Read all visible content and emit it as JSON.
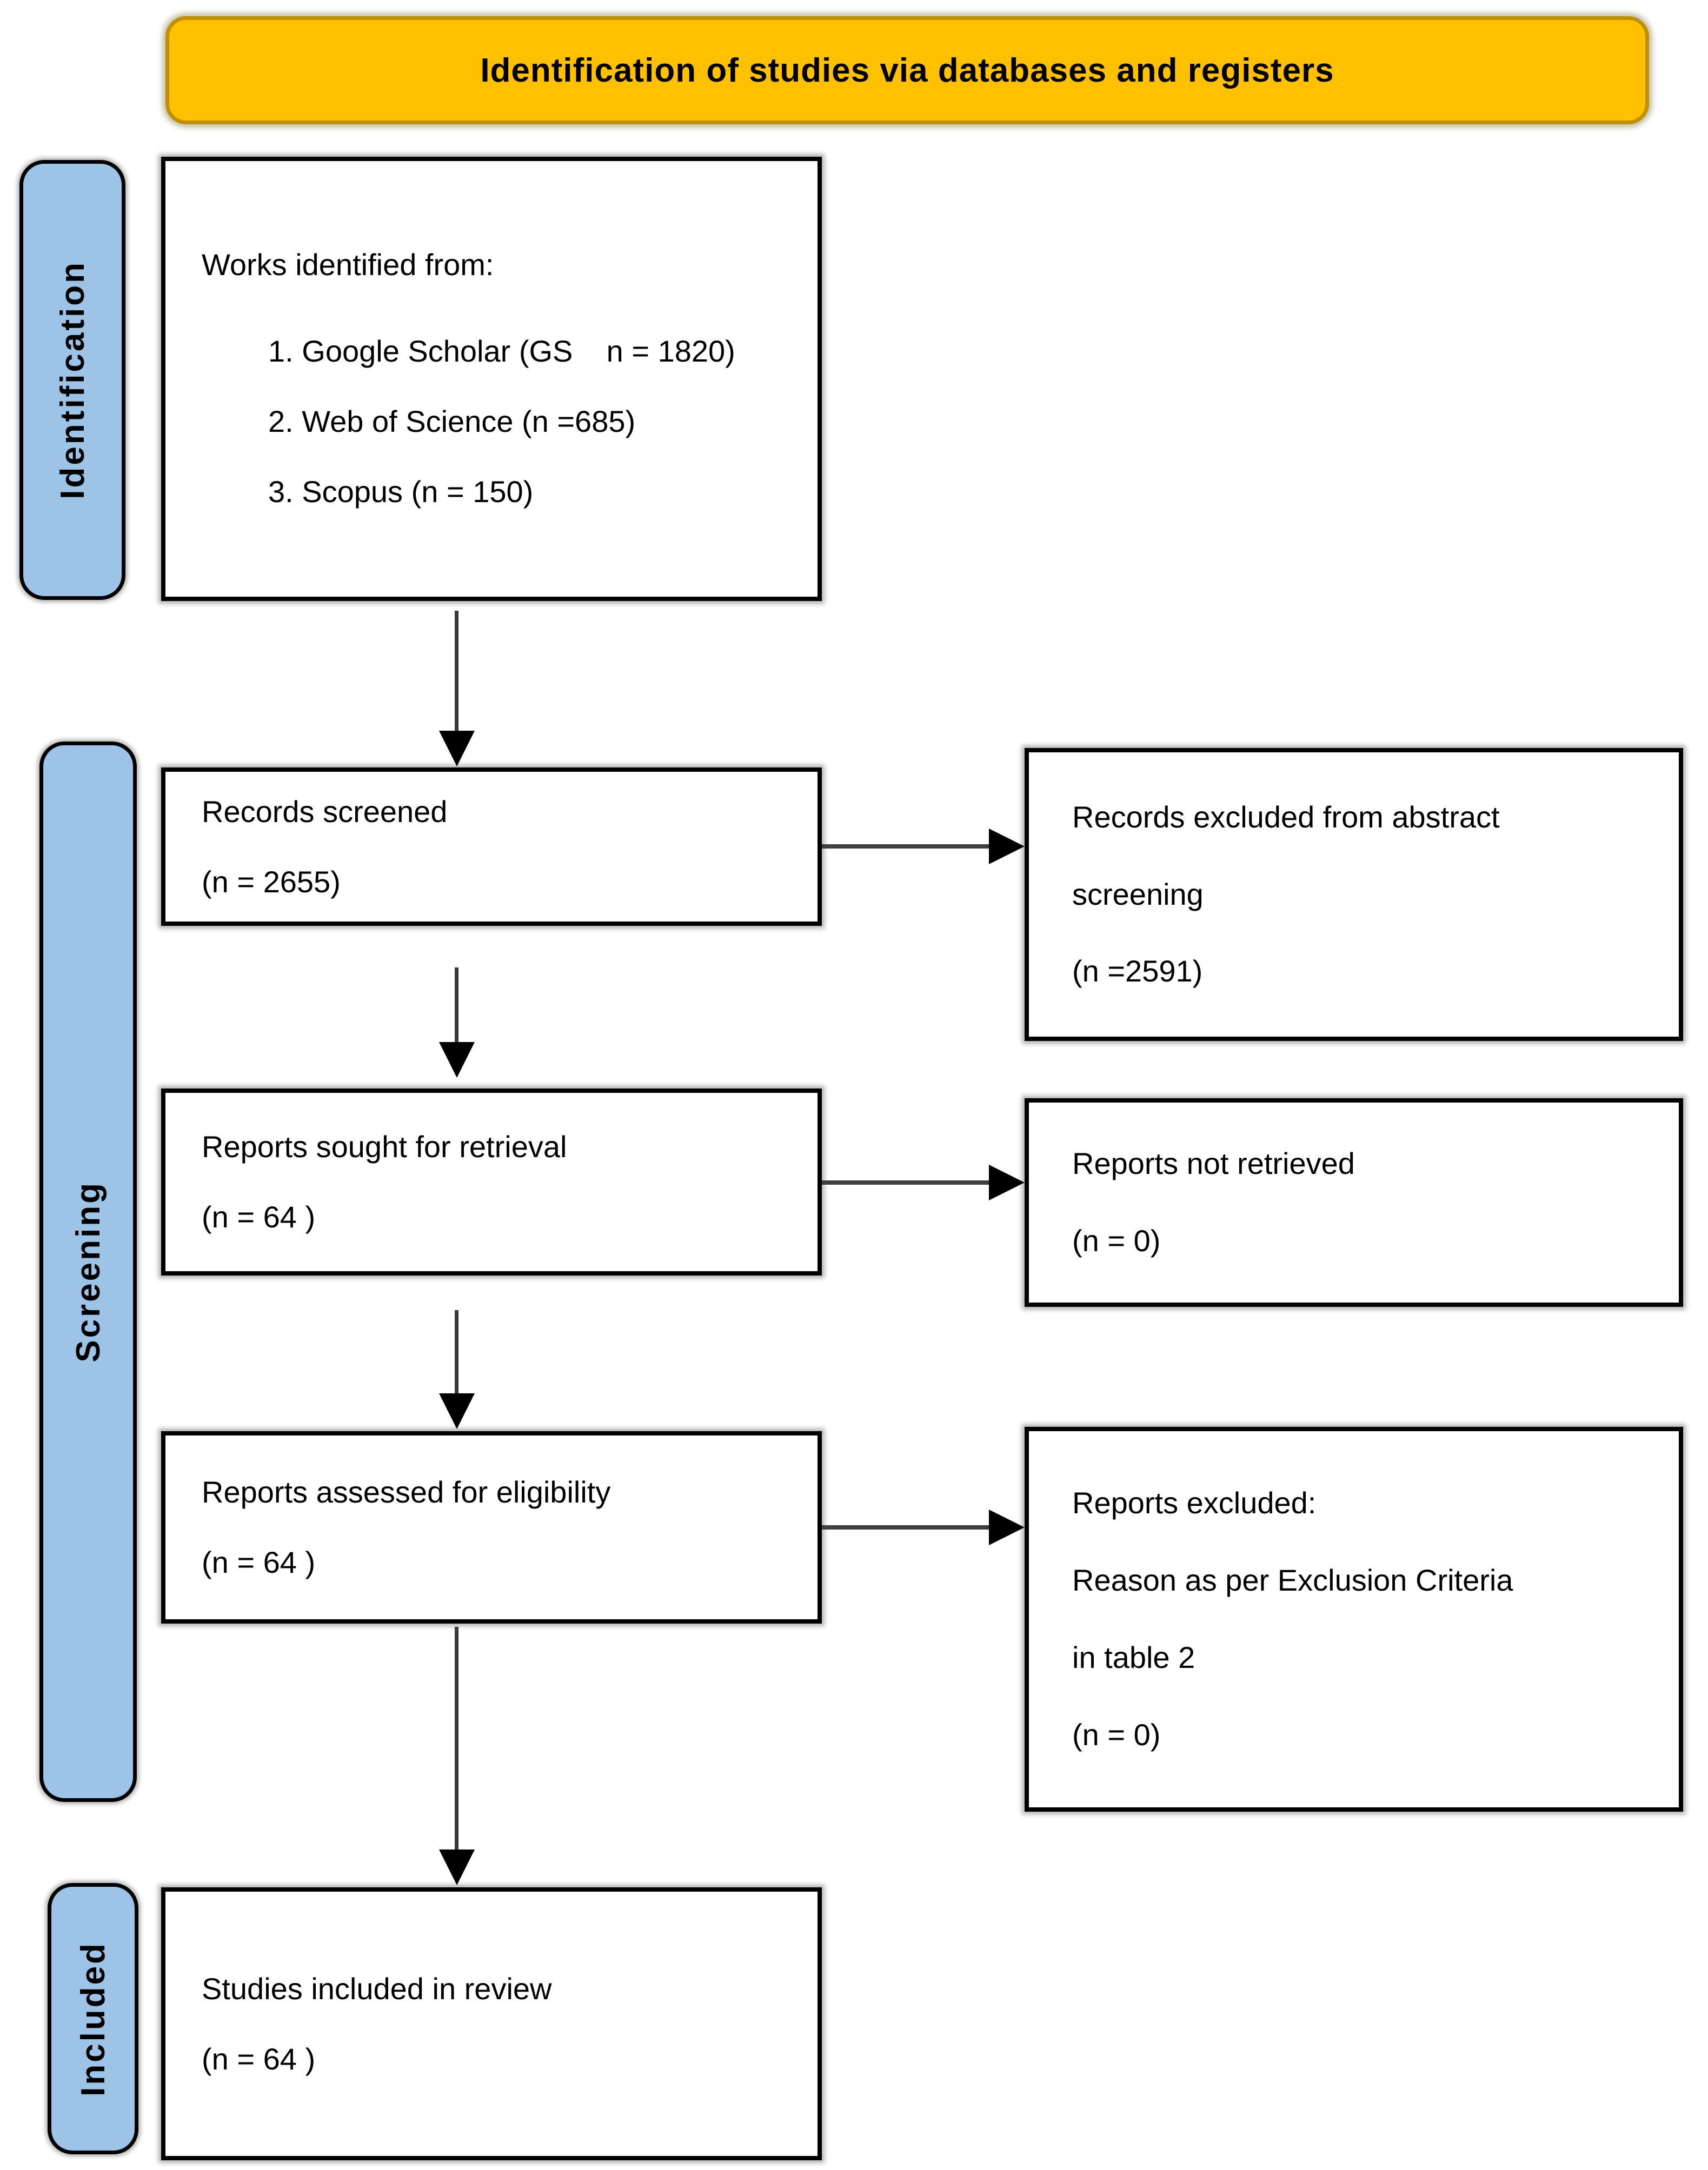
{
  "header": {
    "title": "Identification of studies via databases and registers"
  },
  "colors": {
    "banner_fill": "#FFC000",
    "banner_border": "#BF9000",
    "stage_fill": "#9DC3E6",
    "stage_border": "#000000",
    "box_border": "#000000",
    "box_fill": "#FFFFFF",
    "arrow": "#000000"
  },
  "stages": [
    {
      "label": "Identification"
    },
    {
      "label": "Screening"
    },
    {
      "label": "Included"
    }
  ],
  "boxes": {
    "identified": {
      "intro": "Works identified from:",
      "items": [
        "1. Google Scholar (GS    n = 1820)",
        "2. Web of Science (n =685)",
        "3. Scopus (n = 150)"
      ]
    },
    "screened": {
      "lines": [
        "Records screened",
        "(n = 2655)"
      ]
    },
    "excluded_abstract": {
      "lines": [
        "Records excluded from abstract",
        "screening",
        "(n =2591)"
      ]
    },
    "sought": {
      "lines": [
        "Reports sought for retrieval",
        "(n = 64 )"
      ]
    },
    "not_retrieved": {
      "lines": [
        "Reports not retrieved",
        "(n = 0)"
      ]
    },
    "assessed": {
      "lines": [
        "Reports assessed for eligibility",
        "(n = 64 )"
      ]
    },
    "excluded_reports": {
      "lines": [
        "Reports excluded:",
        "Reason as per Exclusion Criteria",
        "in table 2",
        "(n = 0)"
      ]
    },
    "included_studies": {
      "lines": [
        "Studies included in review",
        "(n = 64 )"
      ]
    }
  },
  "arrows": [
    {
      "from": "works-identified",
      "to": "records-screened",
      "direction": "down"
    },
    {
      "from": "records-screened",
      "to": "records-excluded-abstract",
      "direction": "right"
    },
    {
      "from": "records-screened",
      "to": "reports-sought",
      "direction": "down"
    },
    {
      "from": "reports-sought",
      "to": "reports-not-retrieved",
      "direction": "right"
    },
    {
      "from": "reports-sought",
      "to": "reports-assessed",
      "direction": "down"
    },
    {
      "from": "reports-assessed",
      "to": "reports-excluded",
      "direction": "right"
    },
    {
      "from": "reports-assessed",
      "to": "studies-included",
      "direction": "down"
    }
  ]
}
